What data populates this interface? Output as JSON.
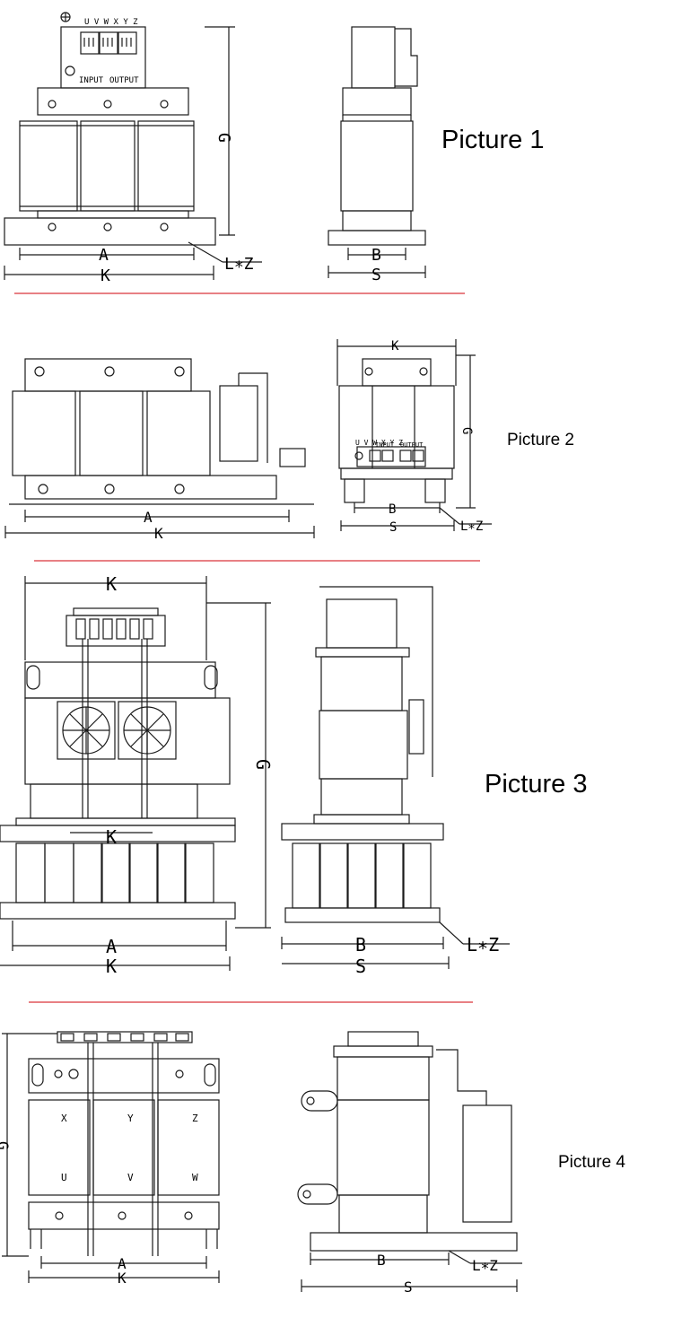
{
  "pictures": [
    {
      "title": "Picture 1",
      "labels": {
        "a": "A",
        "k": "K",
        "g": "G",
        "b": "B",
        "s": "S",
        "lz": "L∗Z",
        "terminal": "U V W X Y Z",
        "input": "INPUT",
        "output": "OUTPUT"
      }
    },
    {
      "title": "Picture 2",
      "labels": {
        "a": "A",
        "k": "K",
        "k_top": "K",
        "g": "G",
        "b": "B",
        "s": "S",
        "lz": "L∗Z",
        "terminal": "U V W  X Y Z",
        "input": "INPUT",
        "output": "OUTPUT"
      }
    },
    {
      "title": "Picture 3",
      "labels": {
        "a": "A",
        "k": "K",
        "k_top": "K",
        "k_mid": "K",
        "g": "G",
        "b": "B",
        "s": "S",
        "lz": "L∗Z"
      }
    },
    {
      "title": "Picture 4",
      "labels": {
        "a": "A",
        "k": "K",
        "g": "G",
        "b": "B",
        "s": "S",
        "lz": "L∗Z",
        "x": "X",
        "y": "Y",
        "z": "Z",
        "u": "U",
        "v": "V",
        "w": "W"
      }
    }
  ],
  "colors": {
    "line": "#1a1a1a",
    "separator": "#d9343a",
    "background": "#ffffff"
  }
}
